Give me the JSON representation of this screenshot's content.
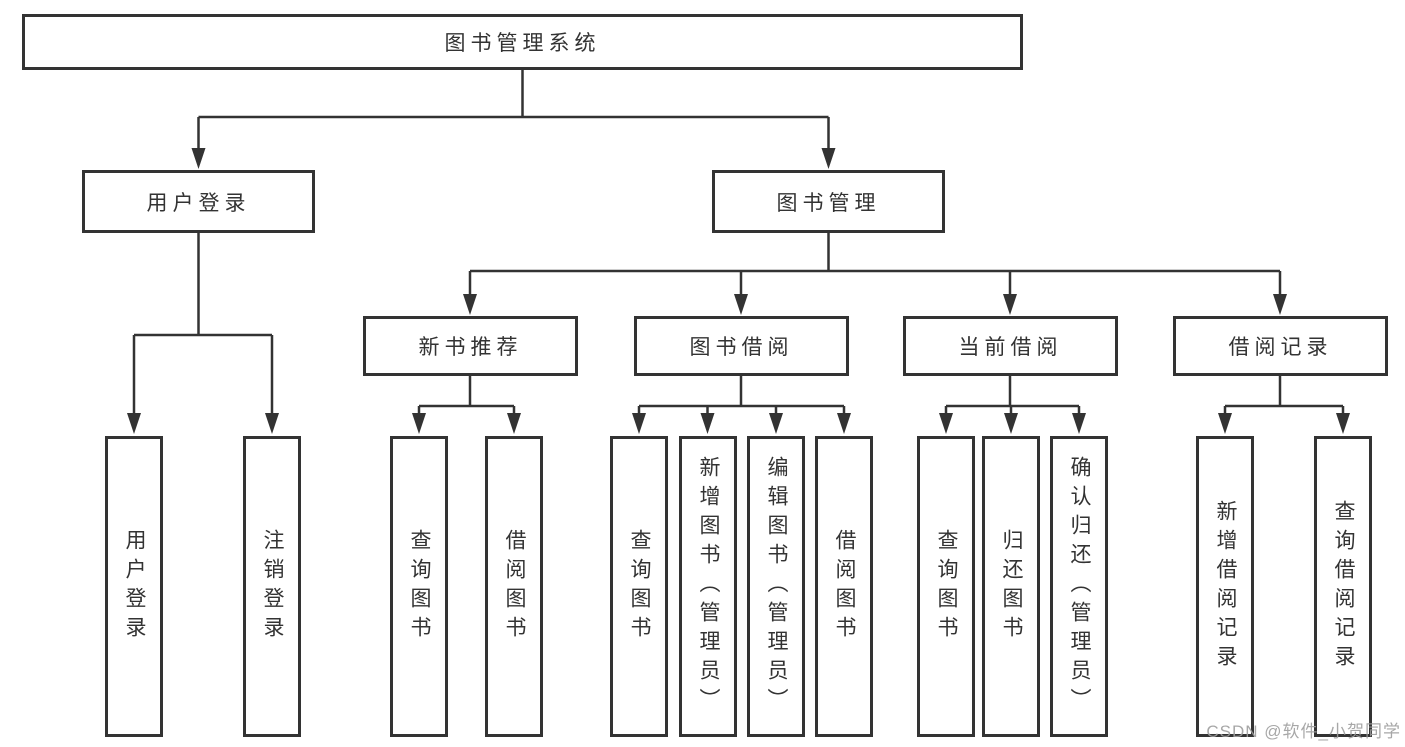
{
  "tree": {
    "root": "图书管理系统",
    "branches": [
      {
        "label": "用户登录",
        "leaves": [
          "用户登录",
          "注销登录"
        ]
      },
      {
        "label": "图书管理",
        "groups": [
          {
            "label": "新书推荐",
            "leaves": [
              "查询图书",
              "借阅图书"
            ]
          },
          {
            "label": "图书借阅",
            "leaves": [
              "查询图书",
              "新增图书（管理员）",
              "编辑图书（管理员）",
              "借阅图书"
            ]
          },
          {
            "label": "当前借阅",
            "leaves": [
              "查询图书",
              "归还图书",
              "确认归还（管理员）"
            ]
          },
          {
            "label": "借阅记录",
            "leaves": [
              "新增借阅记录",
              "查询借阅记录"
            ]
          }
        ]
      }
    ]
  },
  "watermark": "CSDN @软件_小贺同学",
  "colors": {
    "line": "#333333",
    "text": "#333333",
    "watermark": "#9e9e9e",
    "background": "#ffffff"
  }
}
